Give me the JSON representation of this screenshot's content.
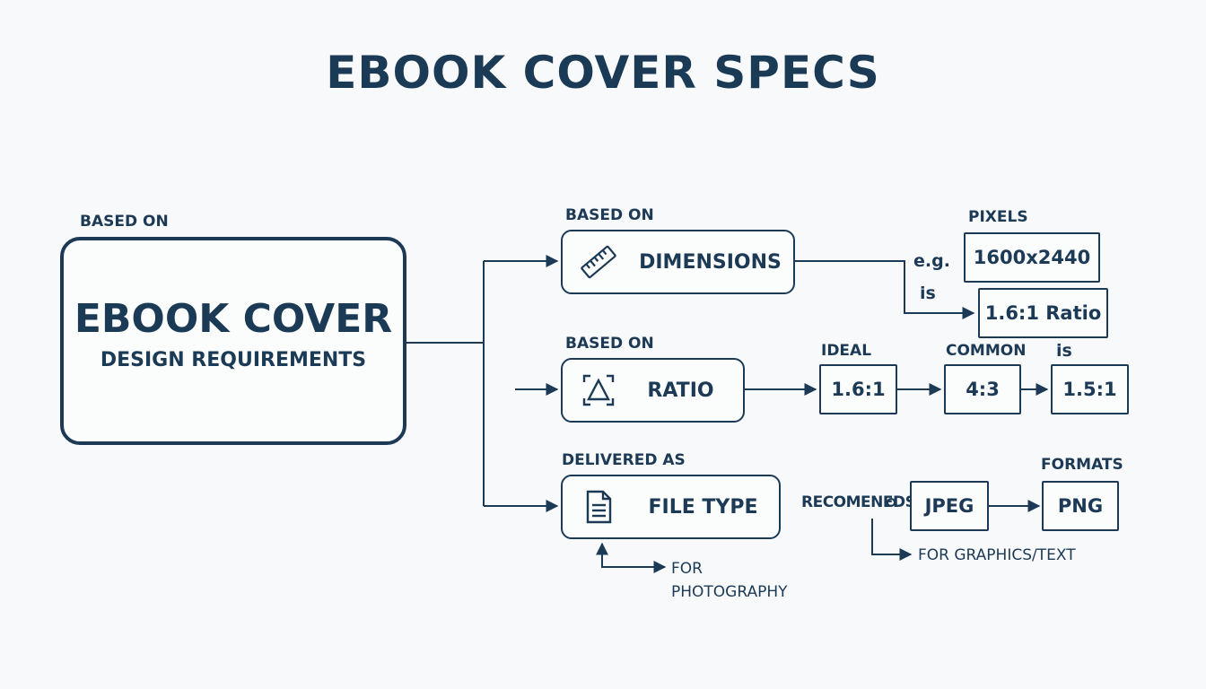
{
  "title": "EBOOK COVER SPECS",
  "main": {
    "title": "EBOOK COVER",
    "subtitle": "DESIGN REQUIREMENTS",
    "caption": "BASED ON"
  },
  "dimensions": {
    "caption": "BASED ON",
    "label": "DIMENSIONS",
    "icon": "ruler-icon",
    "eg_label": "e.g.",
    "is_label": "is",
    "pixels_caption": "PIXELS",
    "pixels_value": "1600x2440",
    "ratio_value": "1.6:1 Ratio"
  },
  "ratio": {
    "caption": "BASED ON",
    "label": "RATIO",
    "icon": "aspect-ratio-icon",
    "ideal_caption": "IDEAL",
    "ideal_value": "1.6:1",
    "common_caption": "COMMON",
    "common_value": "4:3",
    "is_caption": "is",
    "is_value": "1.5:1"
  },
  "file_type": {
    "caption": "DELIVERED AS",
    "label": "FILE TYPE",
    "icon": "document-icon",
    "recommended_label": "RECOMENEDS",
    "formats_caption": "FORMATS",
    "jpeg": "JPEG",
    "png": "PNG",
    "for_graphics": "FOR GRAPHICS/TEXT",
    "for_photo_line1": "FOR",
    "for_photo_line2": "PHOTOGRAPHY"
  },
  "colors": {
    "primary": "#1c3a56",
    "background": "#f8f9fa"
  }
}
